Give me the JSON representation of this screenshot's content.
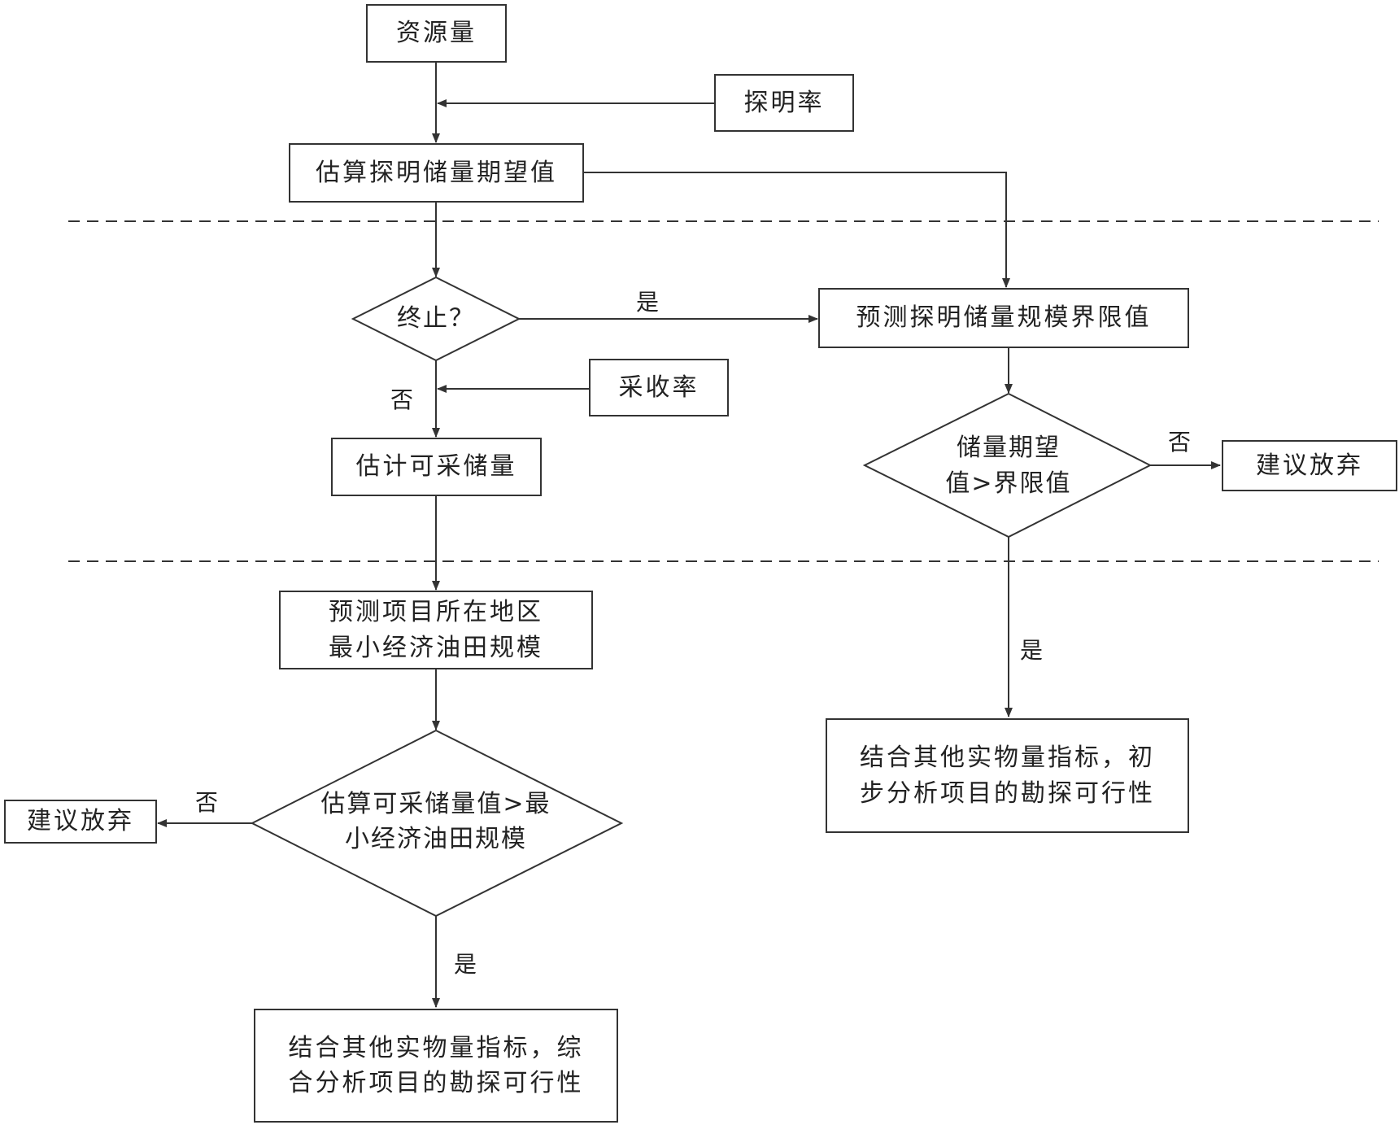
{
  "nodes": {
    "resources": "资源量",
    "discovery_rate": "探明率",
    "estimate_proven": "估算探明储量期望值",
    "terminate": "终止？",
    "predict_threshold": "预测探明储量规模界限值",
    "recovery_rate": "采收率",
    "estimate_recoverable": "估计可采储量",
    "reserve_gt_threshold": "储量期望\n值>界限值",
    "abandon_right": "建议放弃",
    "predict_min_field": "预测项目所在地区\n最小经济油田规模",
    "analysis_right": "结合其他实物量指标，初\n步分析项目的勘探可行性",
    "compare_recoverable": "估算可采储量值>最\n小经济油田规模",
    "abandon_left": "建议放弃",
    "analysis_left": "结合其他实物量指标，综\n合分析项目的勘探可行性"
  },
  "labels": {
    "yes_terminate": "是",
    "no_terminate": "否",
    "no_right": "否",
    "yes_right": "是",
    "no_left": "否",
    "yes_left": "是"
  }
}
